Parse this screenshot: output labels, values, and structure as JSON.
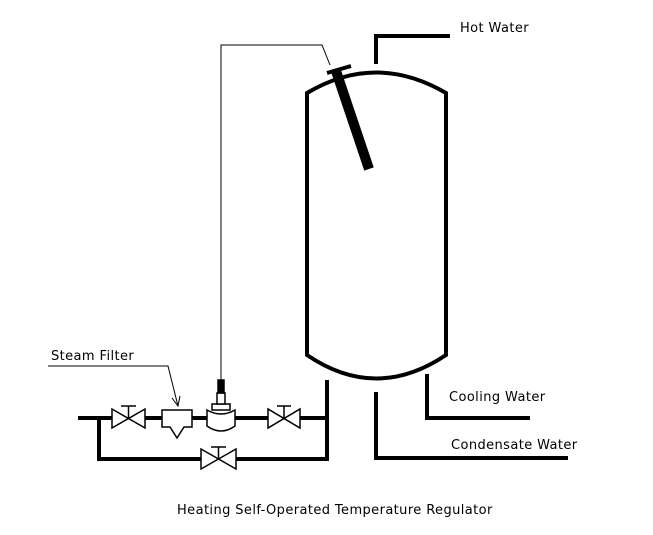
{
  "labels": {
    "hot_water": "Hot Water",
    "cooling_water": "Cooling Water",
    "condensate_water": "Condensate Water",
    "steam_filter": "Steam Filter",
    "caption": "Heating Self-Operated Temperature Regulator"
  },
  "colors": {
    "line": "#000000",
    "background": "#ffffff"
  }
}
